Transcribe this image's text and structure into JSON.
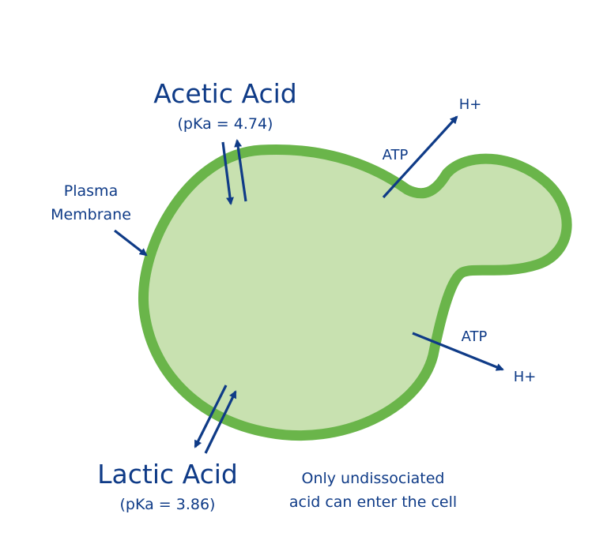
{
  "colors": {
    "membrane": "#6ab54a",
    "cytoplasm": "#c8e1b0",
    "text": "#0f3b87"
  },
  "labels": {
    "acetic_acid": "Acetic Acid",
    "acetic_pka": "(pKa = 4.74)",
    "plasma": "Plasma",
    "membrane": "Membrane",
    "atp_top": "ATP",
    "h_plus_top": "H+",
    "atp_right": "ATP",
    "h_plus_right": "H+",
    "lactic_acid": "Lactic Acid",
    "lactic_pka": "(pKa = 3.86)",
    "note_line1": "Only undissociated",
    "note_line2": "acid can enter the cell"
  },
  "icons": {
    "cell": "yeast-cell-icon",
    "arrows": "arrow-icon"
  }
}
